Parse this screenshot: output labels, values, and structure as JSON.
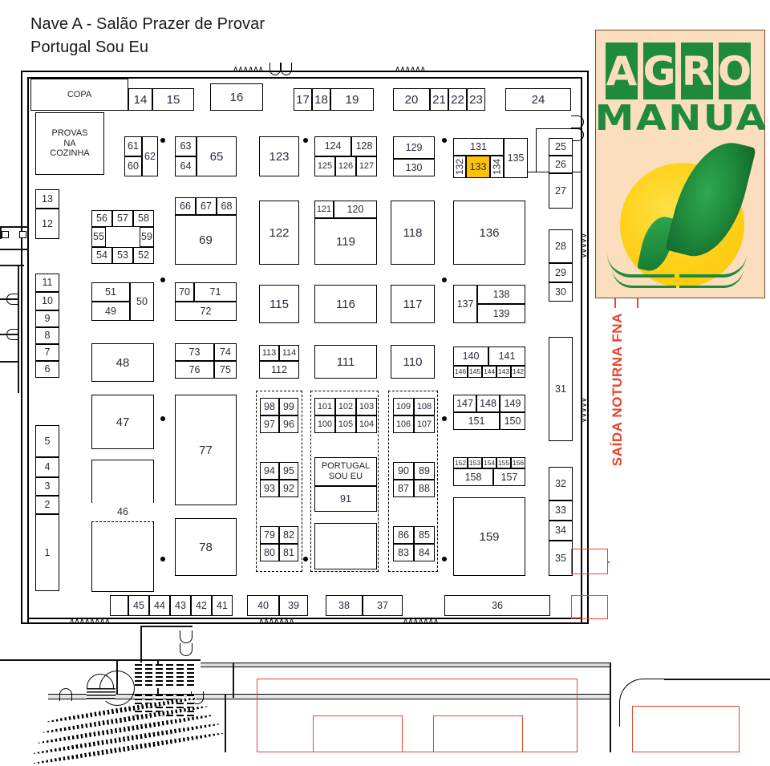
{
  "title": "Nave A - Salão Prazer de Provar\nPortugal Sou Eu",
  "colors": {
    "highlight": "#FFC107",
    "exit_text": "#E8452C",
    "logo_green": "#1F8A3C",
    "logo_bg": "#FBDEBE",
    "logo_yellow": "#FFD21E"
  },
  "logo": {
    "letters": [
      "A",
      "G",
      "R",
      "O"
    ],
    "word": "MANUAL"
  },
  "exit_label": "SAÍDA NOTURNA FNA",
  "rooms": {
    "copa": "COPA",
    "provas": "PROVAS\nNA\nCOZINHA",
    "portugal": "PORTUGAL\nSOU EU"
  },
  "booths": {
    "top_row": [
      "14",
      "15",
      "16",
      "17",
      "18",
      "19",
      "20",
      "21",
      "22",
      "23",
      "24"
    ],
    "left_col_a": [
      "13",
      "12"
    ],
    "left_col_b": [
      "11",
      "10",
      "9",
      "8",
      "7",
      "6"
    ],
    "left_col_c": [
      "5",
      "4",
      "3",
      "2",
      "1"
    ],
    "right_col_a": [
      "25",
      "26",
      "27"
    ],
    "right_col_b": [
      "28",
      "29",
      "30"
    ],
    "right_col_c": [
      "31"
    ],
    "right_col_d": [
      "32",
      "33",
      "34",
      "35"
    ],
    "cluster_61": [
      "61",
      "60",
      "62"
    ],
    "cluster_63": [
      "63",
      "64",
      "65"
    ],
    "cluster_56": [
      "56",
      "57",
      "58",
      "55",
      "59",
      "54",
      "53",
      "52"
    ],
    "cluster_66": [
      "66",
      "67",
      "68",
      "69"
    ],
    "cluster_51": [
      "51",
      "49",
      "50"
    ],
    "cluster_70": [
      "70",
      "71",
      "72"
    ],
    "cluster_73": [
      "73",
      "74",
      "76",
      "75"
    ],
    "solo_48": "48",
    "solo_47": "47",
    "solo_46": "46",
    "solo_77": "77",
    "solo_78": "78",
    "mid_123": "123",
    "mid_122": "122",
    "mid_115": "115",
    "cluster_124": [
      "124",
      "128",
      "125",
      "126",
      "127"
    ],
    "cluster_121": [
      "121",
      "120",
      "119"
    ],
    "mid_116": "116",
    "cluster_113": [
      "113",
      "114",
      "112"
    ],
    "mid_111": "111",
    "cluster_129": [
      "129",
      "130"
    ],
    "mid_118": "118",
    "mid_117": "117",
    "mid_110": "110",
    "cluster_131": [
      "131",
      "132",
      "133",
      "134",
      "135"
    ],
    "mid_136": "136",
    "cluster_137": [
      "137",
      "138",
      "139"
    ],
    "cluster_140": [
      "140",
      "141",
      "146",
      "145",
      "144",
      "143",
      "142"
    ],
    "cluster_147": [
      "147",
      "148",
      "149",
      "151",
      "150"
    ],
    "cluster_152": [
      "152",
      "153",
      "154",
      "155",
      "156",
      "158",
      "157"
    ],
    "solo_159": "159",
    "cluster_98": [
      "98",
      "99",
      "97",
      "96"
    ],
    "cluster_94": [
      "94",
      "95",
      "93",
      "92"
    ],
    "cluster_79": [
      "79",
      "82",
      "80",
      "81"
    ],
    "cluster_101": [
      "101",
      "102",
      "103",
      "100",
      "105",
      "104"
    ],
    "solo_91": "91",
    "cluster_109": [
      "109",
      "108",
      "106",
      "107"
    ],
    "cluster_90": [
      "90",
      "89",
      "87",
      "88"
    ],
    "cluster_86": [
      "86",
      "85",
      "83",
      "84"
    ],
    "bottom_row_a": [
      "",
      "45",
      "44",
      "43",
      "42",
      "41"
    ],
    "bottom_row_b": [
      "40",
      "39"
    ],
    "bottom_row_c": [
      "38",
      "37"
    ],
    "bottom_row_d": [
      "36"
    ]
  },
  "highlighted_booth": "133"
}
